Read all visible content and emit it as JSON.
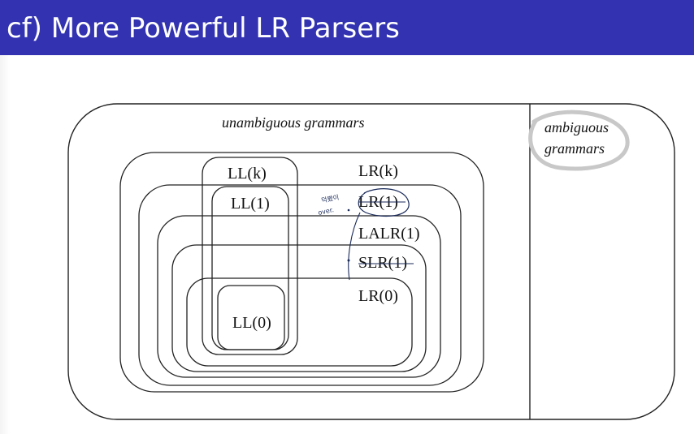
{
  "slide": {
    "title": "cf) More Powerful LR Parsers",
    "colors": {
      "title_bar": "#3333b2",
      "title_text": "#ffffff",
      "annotation_ink": "#1a2a5a",
      "highlight_circle": "#c8c8c8"
    }
  },
  "diagram": {
    "unambiguous_label": "unambiguous grammars",
    "ambiguous_label_line1": "ambiguous",
    "ambiguous_label_line2": "grammars",
    "sets": {
      "ll_k": "LL(k)",
      "ll_1": "LL(1)",
      "ll_0": "LL(0)",
      "lr_k": "LR(k)",
      "lr_1": "LR(1)",
      "lalr_1": "LALR(1)",
      "slr_1": "SLR(1)",
      "lr_0": "LR(0)"
    },
    "handwritten_note_line1": "덕봤이",
    "handwritten_note_line2": "over."
  }
}
